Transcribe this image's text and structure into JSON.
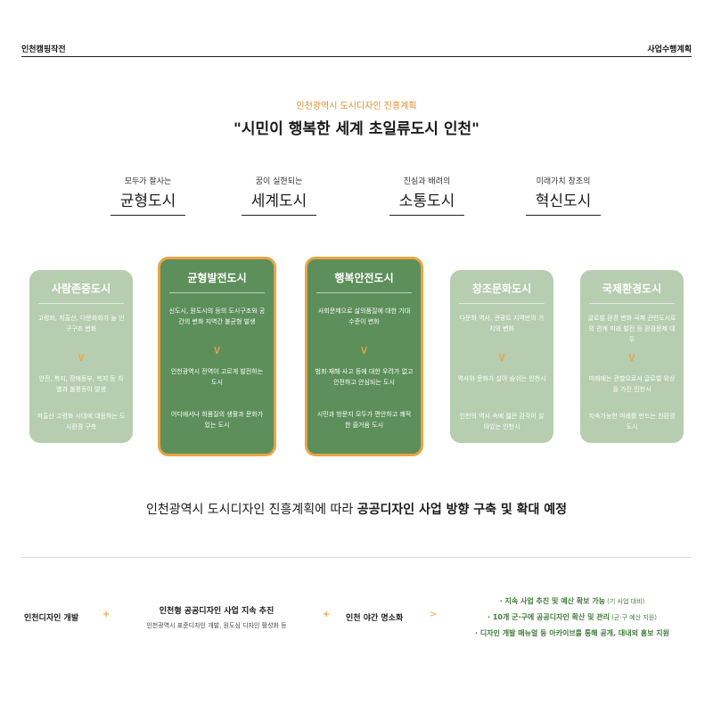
{
  "header": {
    "left": "인천캠핑작전",
    "right": "사업수행계획"
  },
  "subtitle": "인천광역시 도시디자인 진흥계획",
  "main_title": "\"시민이 행복한 세계 초일류도시 인천\"",
  "visions": [
    {
      "sub": "모두가 잘사는",
      "main": "균형도시"
    },
    {
      "sub": "꿈이 실현되는",
      "main": "세계도시"
    },
    {
      "sub": "진심과 배려의",
      "main": "소통도시"
    },
    {
      "sub": "미래가치 창조의",
      "main": "혁신도시"
    }
  ],
  "cards": [
    {
      "title": "사람존중도시",
      "t1": "고령화, 저출산, 다문화화가 늘 인구구조 변화",
      "t2": "안전, 복지, 장애등부, 복지 등 차별과 불평등이 발생",
      "t3": "저출산 고령화 시대에 대응하는 도시환경 구축"
    },
    {
      "title": "균형발전도시",
      "t1": "신도시, 원도시의 등의 도시구조와 공간의 변화 지역간 불균형 발생",
      "t2": "인천광역시 전역이 고르게 발전하는 도시",
      "t3": "어디에서나 희품질의 생활과 문화가 있는 도시"
    },
    {
      "title": "행복안전도시",
      "t1": "사회문제으로 삶의품질에 대한 기대 수준이 변화",
      "t2": "범죄·재해·사고 등에 대한 우려가 없고 안전하고 안심되는 도시",
      "t3": "시민과 방문지 모두가 편안하고 쾌적한 즐거움 도시"
    },
    {
      "title": "창조문화도시",
      "t1": "다문화 역사, 관광트 지역만의 가치의 변화",
      "t2": "역사와 문화가 살아 숨쉬는 인천시",
      "t3": "인천의 역사 속에 젊은 감각이 살아있는 인천시"
    },
    {
      "title": "국제환경도시",
      "t1": "글로벌 환경 변화 국제 관련도시로의 관계 미래 발전 등 환경문제 대두",
      "t2": "미래에는 관할으로서 글로벌 위상을 가진 인천시",
      "t3": "지속가능한 미래를 만드는 친환경 도시"
    }
  ],
  "statement": {
    "normal": "인천광역시 도시디자인 진흥계획에 따라 ",
    "bold": "공공디자인 사업 방향 구축 및 확대 예정"
  },
  "bottom": {
    "left": "인천디자인 개발",
    "plus": "+",
    "center_title": "인천형 공공디자인 사업 지속 추진",
    "center_sub": "인천광역시 표준디자인 개발, 원도심 디자인 활성화 등",
    "right": "인천 야간 명소화",
    "arrow": ">",
    "outcomes": [
      {
        "main": "· 지속 사업 추진 및 예산 확보 가능",
        "note": " (기 사업 대비)"
      },
      {
        "main": "· 10개 군·구에 공공디자인 확산 및 관리",
        "note": " (군·구 예산 지원)"
      },
      {
        "main": "· 디자인 개발 매뉴얼 등 아카이브를 통해 공개, 대내외 홍보 지원",
        "note": ""
      }
    ]
  },
  "colors": {
    "accent": "#e9a445",
    "green_dark": "#5c8f5a",
    "green_light": "#b6cdb0",
    "outcome_green": "#3f7a38"
  }
}
